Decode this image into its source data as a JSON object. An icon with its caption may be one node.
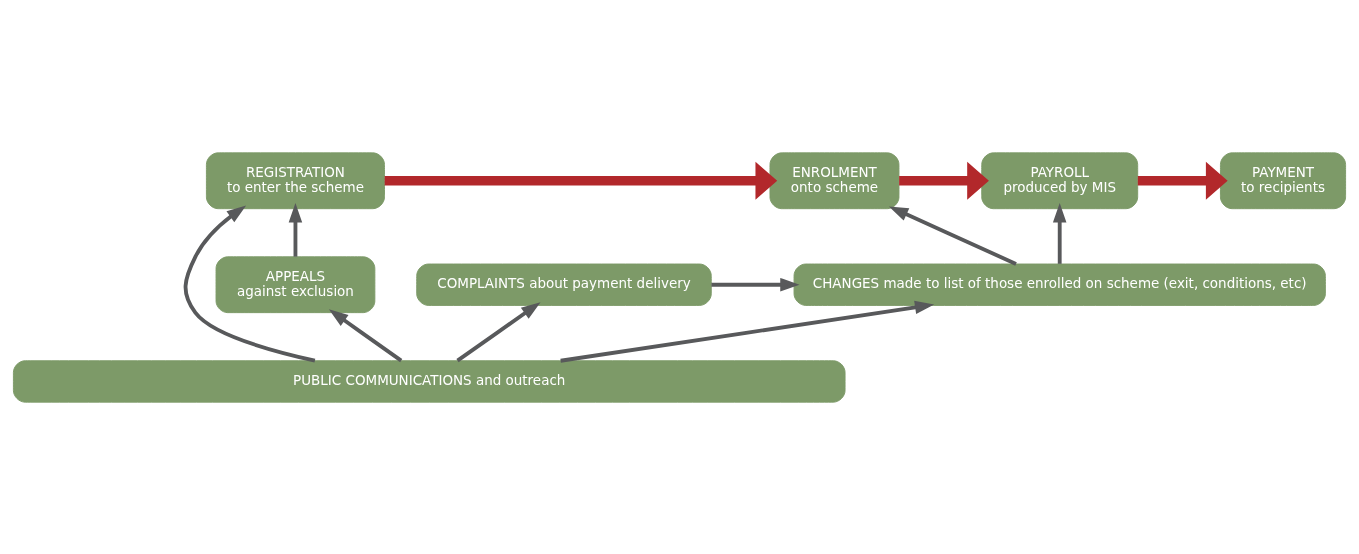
{
  "diagram": {
    "nodes": [
      {
        "text": [
          "REGISTRATION",
          "to enter the scheme"
        ]
      },
      {
        "text": [
          "ENROLMENT",
          "onto scheme"
        ]
      },
      {
        "text": [
          "PAYROLL",
          "produced by MIS"
        ]
      },
      {
        "text": [
          "PAYMENT",
          "to recipients"
        ]
      },
      {
        "text": [
          "APPEALS",
          "against exclusion"
        ]
      },
      {
        "text": [
          "CHANGES made to list of those enrolled on scheme (exit, conditions, etc)"
        ]
      },
      {
        "text": [
          "COMPLAINTS about payment delivery"
        ]
      },
      {
        "text": [
          "PUBLIC COMMUNICATIONS and outreach"
        ]
      }
    ],
    "edges": [
      {
        "from": 0,
        "to": 1,
        "arrow": "to",
        "style": "thick",
        "color": "#b2282b"
      },
      {
        "from": 1,
        "to": 2,
        "arrow": "to",
        "style": "thick",
        "color": "#b2282b"
      },
      {
        "from": 2,
        "to": 3,
        "arrow": "to",
        "style": "thick",
        "color": "#b2282b"
      },
      {
        "from": 7,
        "to": 0,
        "arrow": "to"
      },
      {
        "from": 4,
        "to": 0,
        "arrow": "to"
      },
      {
        "from": 5,
        "to": 1,
        "arrow": "to"
      },
      {
        "from": 5,
        "to": 2,
        "arrow": "to"
      },
      {
        "from": 6,
        "to": 5,
        "arrow": "to"
      },
      {
        "from": 7,
        "to": 4,
        "arrow": "to"
      },
      {
        "from": 7,
        "to": 5,
        "arrow": "to"
      },
      {
        "from": 7,
        "to": 6,
        "arrow": "to"
      }
    ]
  }
}
